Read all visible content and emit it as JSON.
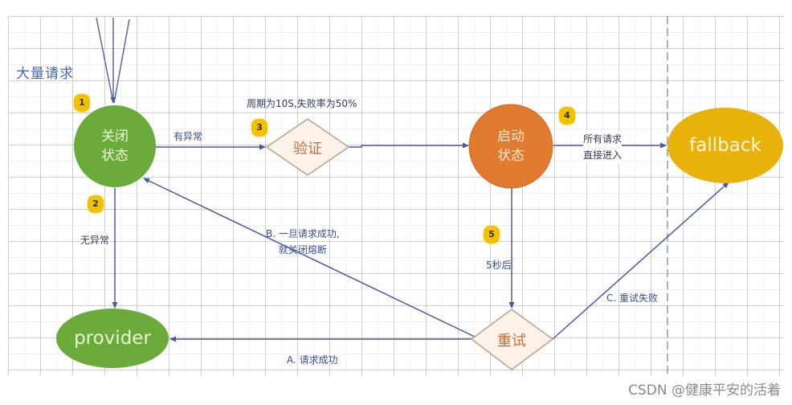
{
  "title_label": "大量请求",
  "nodes": {
    "closed_state": {
      "line1": "关闭",
      "line2": "状态",
      "color": "#6aab3c"
    },
    "verify": {
      "label": "验证",
      "fill": "#fdf2ea",
      "stroke": "#b8a28e"
    },
    "open_state": {
      "line1": "启动",
      "line2": "状态",
      "color": "#e07a2e"
    },
    "fallback": {
      "label": "fallback",
      "color": "#e8b20a"
    },
    "provider": {
      "label": "provider",
      "color": "#6aab3c"
    },
    "retry": {
      "label": "重试",
      "fill": "#fdf2ea",
      "stroke": "#b8a28e"
    }
  },
  "badges": [
    "1",
    "2",
    "3",
    "4",
    "5"
  ],
  "edge_labels": {
    "has_exception": "有异常",
    "period_rule": "周期为10S,失败率为50%",
    "all_requests_line1": "所有请求",
    "all_requests_line2": "直接进入",
    "no_exception": "无异常",
    "close_breaker_line1": "B. 一旦请求成功,",
    "close_breaker_line2": "就关闭熔断",
    "after_5s": "5秒后",
    "retry_failed": "C. 重试失败",
    "request_success": "A. 请求成功"
  },
  "colors": {
    "edge": "#4a5a9a",
    "grid_major": "#bbbbbb",
    "badge": "#f2c200"
  },
  "watermark": "CSDN @健康平安的活着"
}
